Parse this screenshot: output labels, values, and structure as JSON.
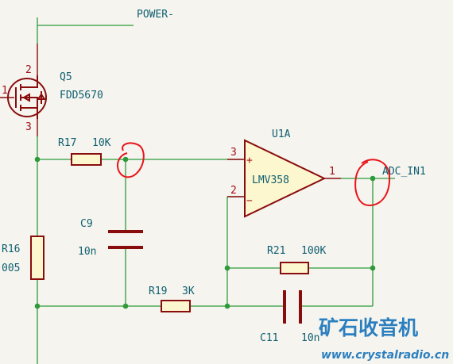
{
  "net_power": "POWER-",
  "net_adc": "ADC_IN1",
  "q5": {
    "ref": "Q5",
    "value": "FDD5670",
    "pin_gate": "1",
    "pin_drain": "2",
    "pin_source": "3"
  },
  "r17": {
    "ref": "R17",
    "value": "10K"
  },
  "r16": {
    "ref": "R16",
    "value": "005"
  },
  "r19": {
    "ref": "R19",
    "value": "3K"
  },
  "r21": {
    "ref": "R21",
    "value": "100K"
  },
  "c9": {
    "ref": "C9",
    "value": "10n"
  },
  "c11": {
    "ref": "C11",
    "value": "10n"
  },
  "u1": {
    "ref": "U1A",
    "value": "LMV358",
    "pin_plus": "3",
    "pin_minus": "2",
    "pin_out": "1",
    "plus_sign": "+",
    "minus_sign": "−"
  },
  "watermark": {
    "chinese": "矿石收音机",
    "url": "www.crystalradio.cn"
  }
}
